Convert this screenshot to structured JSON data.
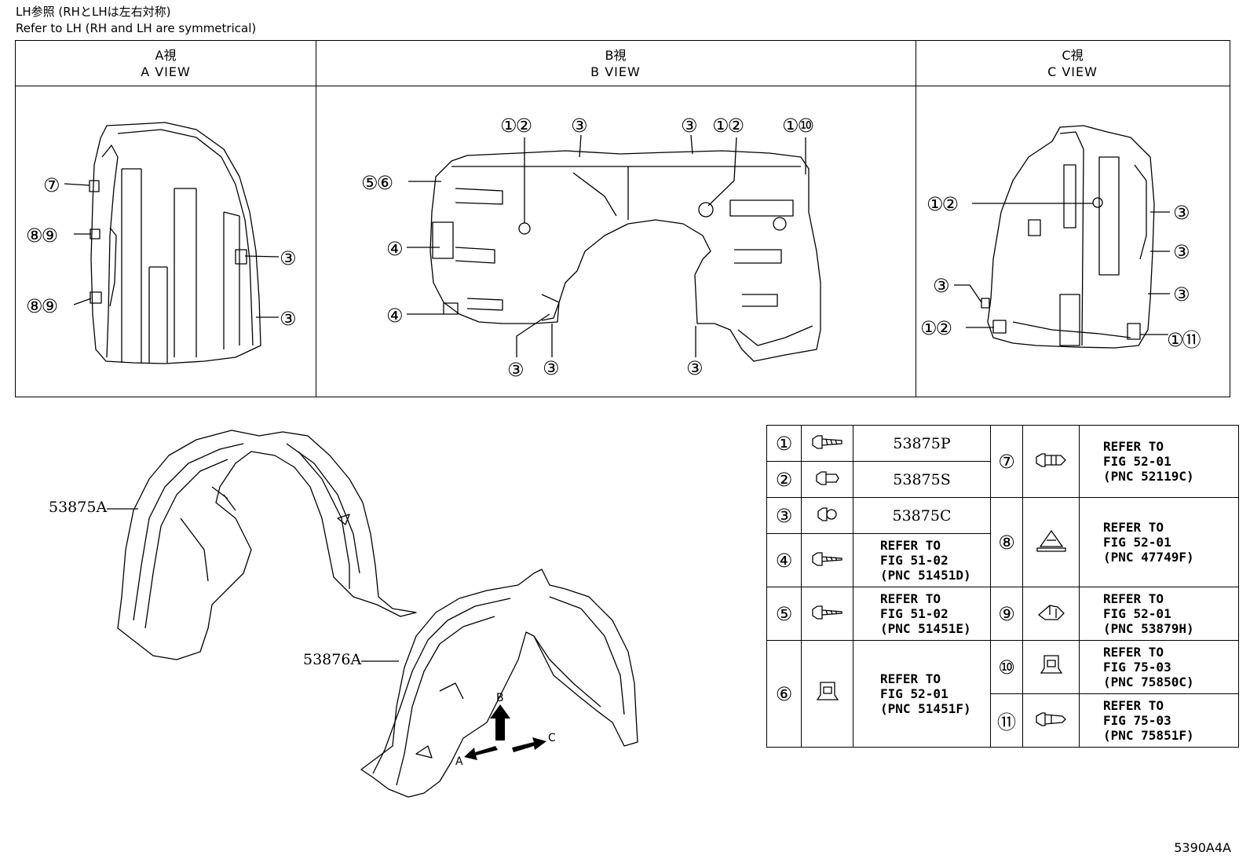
{
  "header": {
    "note_ja": "LH参照 (RHとLHは左右対称)",
    "note_en": "Refer to LH (RH and LH are symmetrical)"
  },
  "views": {
    "a": {
      "ja": "A視",
      "en": "A VIEW"
    },
    "b": {
      "ja": "B視",
      "en": "B VIEW"
    },
    "c": {
      "ja": "C視",
      "en": "C VIEW"
    }
  },
  "callouts": {
    "n1": "①",
    "n2": "②",
    "n3": "③",
    "n4": "④",
    "n5": "⑤",
    "n6": "⑥",
    "n7": "⑦",
    "n8": "⑧",
    "n9": "⑨",
    "n10": "⑩",
    "n11": "⑪"
  },
  "assembly": {
    "part_a": "53875A",
    "part_b": "53876A",
    "arrow_a": "A",
    "arrow_b": "B",
    "arrow_c": "C"
  },
  "parts_table": {
    "left": [
      {
        "num": "①",
        "text": "53875P"
      },
      {
        "num": "②",
        "text": "53875S"
      },
      {
        "num": "③",
        "text": "53875C"
      },
      {
        "num": "④",
        "l1": "REFER TO",
        "l2": "FIG 51-02",
        "l3": "(PNC 51451D)"
      },
      {
        "num": "⑤",
        "l1": "REFER TO",
        "l2": "FIG 51-02",
        "l3": "(PNC 51451E)"
      },
      {
        "num": "⑥",
        "l1": "REFER TO",
        "l2": "FIG 52-01",
        "l3": "(PNC 51451F)"
      }
    ],
    "right": [
      {
        "num": "⑦",
        "l1": "REFER TO",
        "l2": "FIG 52-01",
        "l3": "(PNC 52119C)"
      },
      {
        "num": "⑧",
        "l1": "REFER TO",
        "l2": "FIG 52-01",
        "l3": "(PNC 47749F)"
      },
      {
        "num": "⑨",
        "l1": "REFER TO",
        "l2": "FIG 52-01",
        "l3": "(PNC 53879H)"
      },
      {
        "num": "⑩",
        "l1": "REFER TO",
        "l2": "FIG 75-03",
        "l3": "(PNC 75850C)"
      },
      {
        "num": "⑪",
        "l1": "REFER TO",
        "l2": "FIG 75-03",
        "l3": "(PNC 75851F)"
      }
    ]
  },
  "figure_id": "5390A4A"
}
